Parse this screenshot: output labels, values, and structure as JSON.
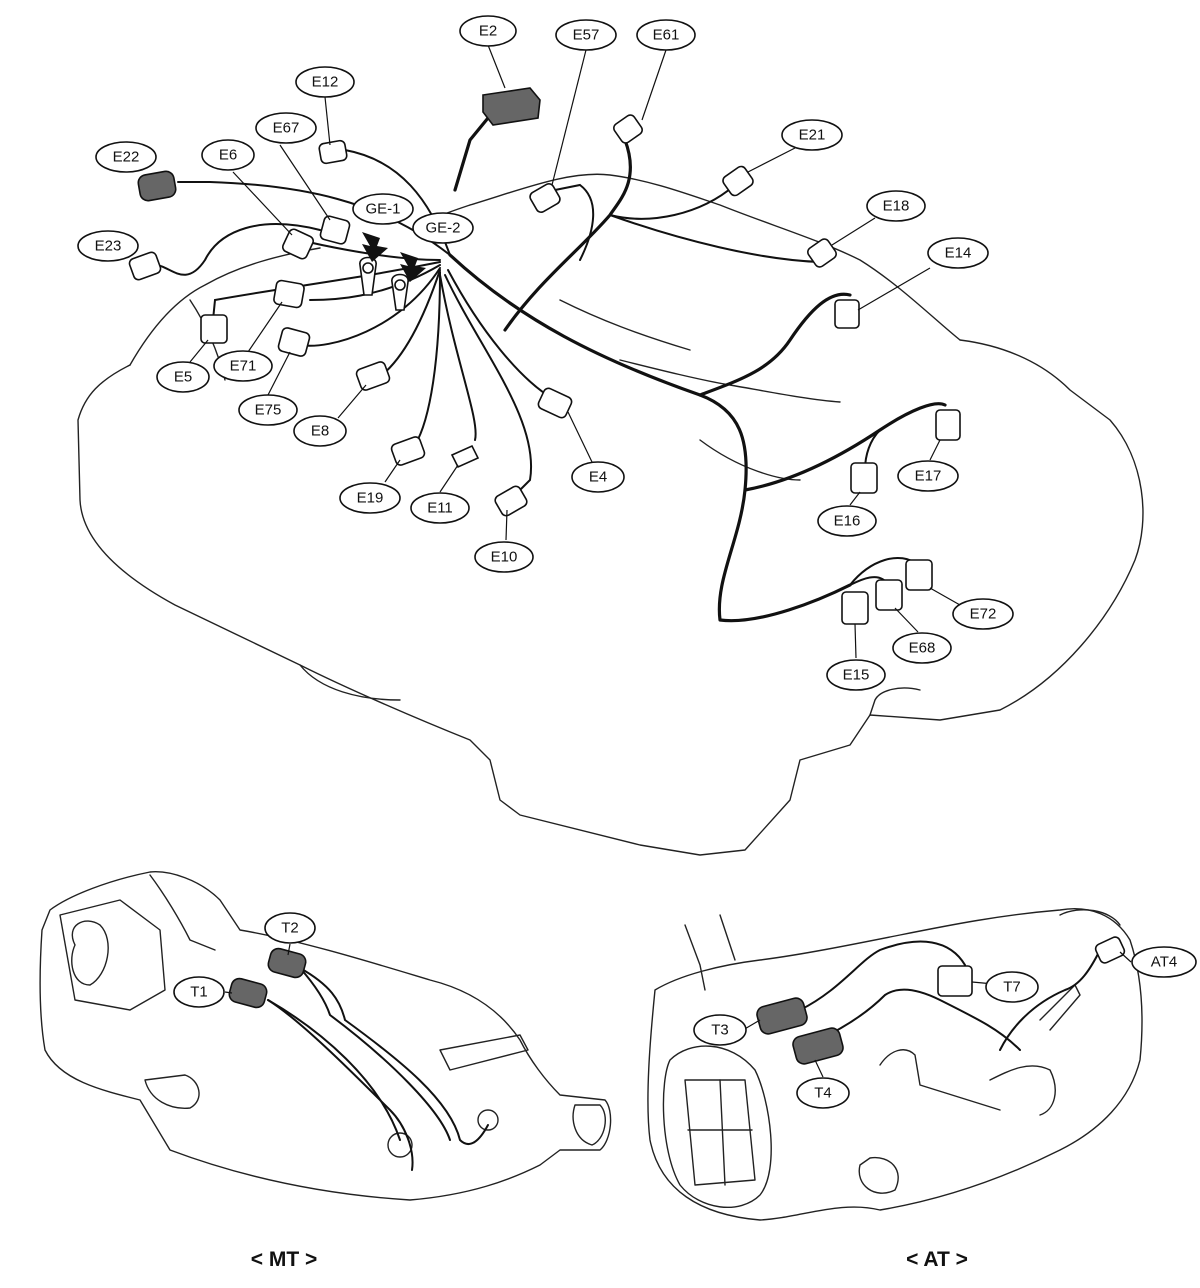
{
  "engine_labels": [
    "E2",
    "E57",
    "E61",
    "E12",
    "E21",
    "E22",
    "E6",
    "E67",
    "GE-1",
    "GE-2",
    "E18",
    "E23",
    "E14",
    "E5",
    "E71",
    "E75",
    "E8",
    "E4",
    "E17",
    "E19",
    "E11",
    "E16",
    "E10",
    "E72",
    "E68",
    "E15"
  ],
  "mt": {
    "caption": "< MT >",
    "labels": [
      "T2",
      "T1"
    ]
  },
  "at": {
    "caption": "< AT >",
    "labels": [
      "AT4",
      "T7",
      "T3",
      "T4"
    ]
  }
}
